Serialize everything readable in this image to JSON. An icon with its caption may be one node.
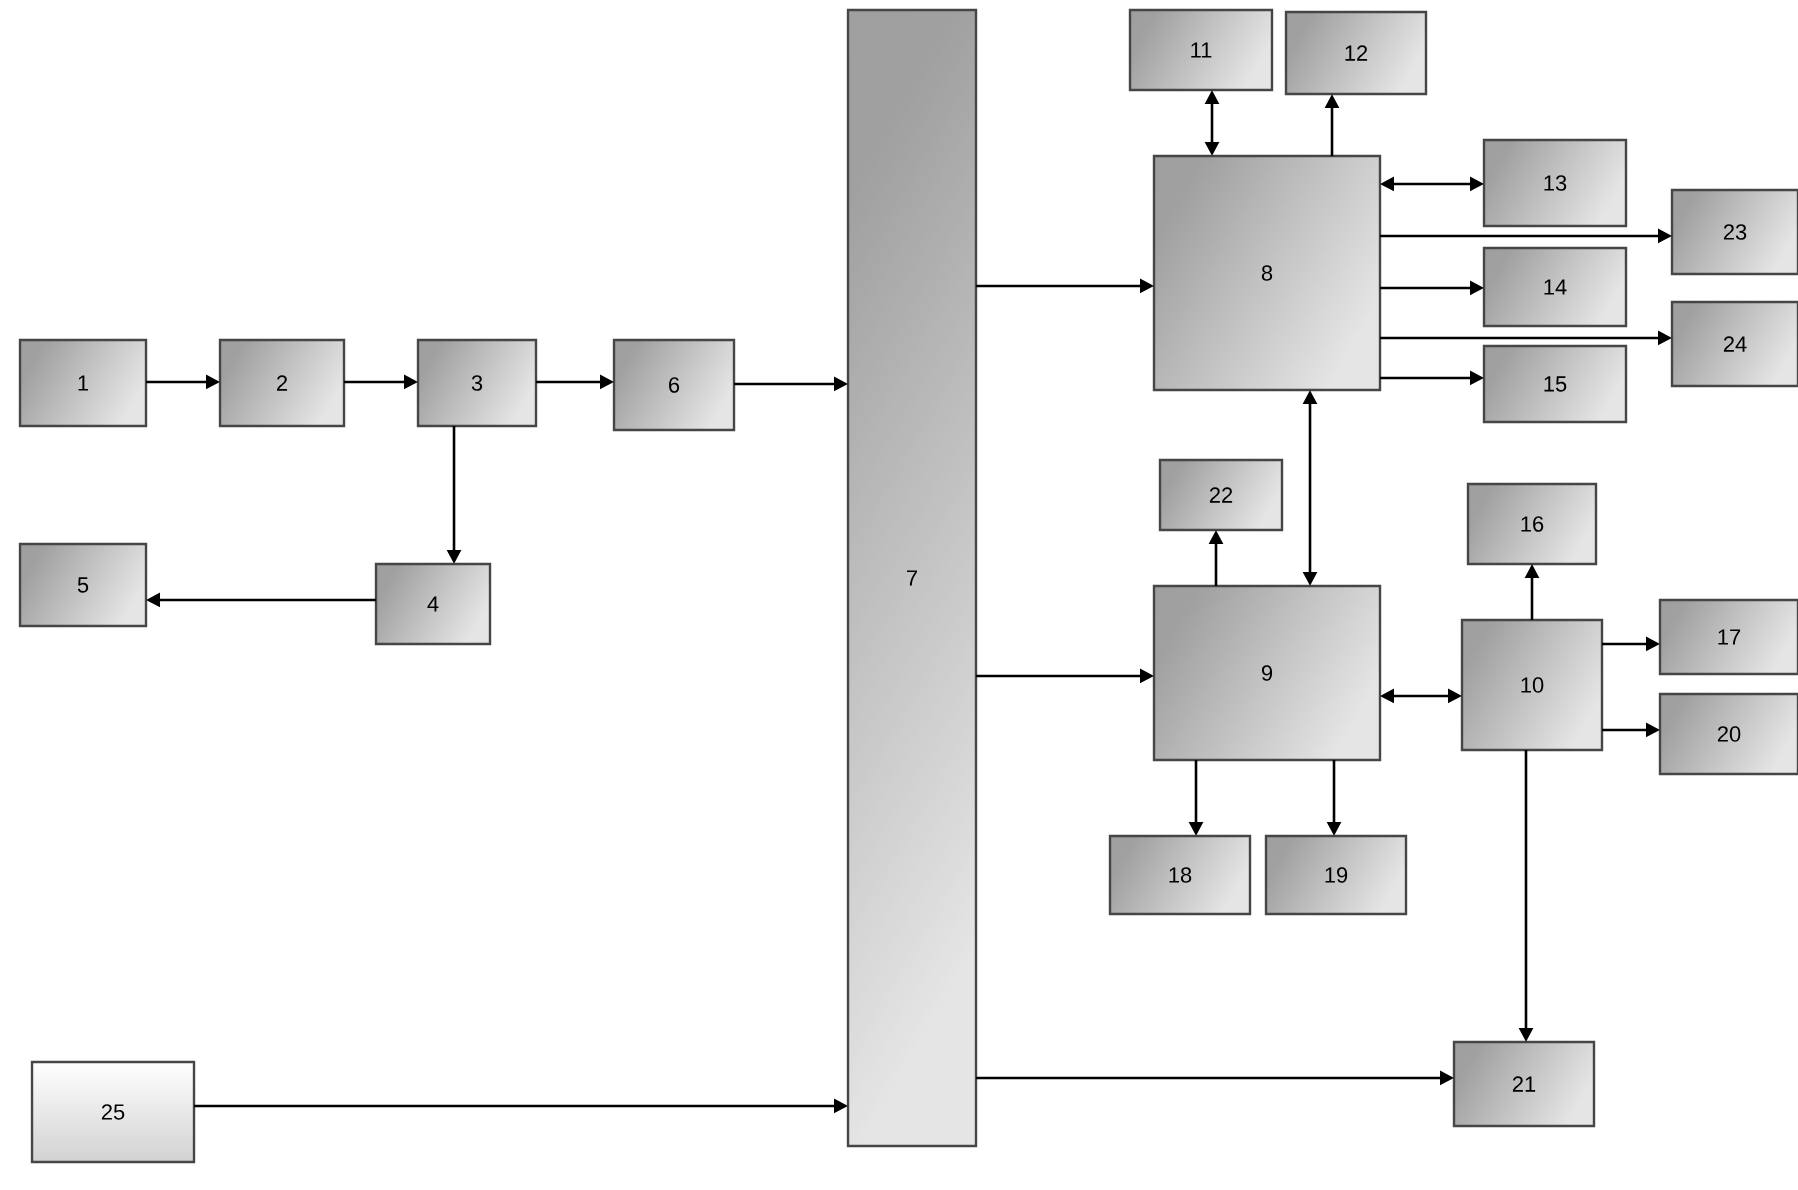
{
  "diagram": {
    "nodes": [
      {
        "text": [
          "1"
        ]
      },
      {
        "text": [
          "2"
        ]
      },
      {
        "text": [
          "3"
        ]
      },
      {
        "text": [
          "4"
        ]
      },
      {
        "text": [
          "5"
        ]
      },
      {
        "text": [
          "6"
        ]
      },
      {
        "text": [
          "7"
        ]
      },
      {
        "text": [
          "8"
        ]
      },
      {
        "text": [
          "9"
        ]
      },
      {
        "text": [
          "10"
        ]
      },
      {
        "text": [
          "11"
        ]
      },
      {
        "text": [
          "12"
        ]
      },
      {
        "text": [
          "13"
        ]
      },
      {
        "text": [
          "14"
        ]
      },
      {
        "text": [
          "15"
        ]
      },
      {
        "text": [
          "16"
        ]
      },
      {
        "text": [
          "17"
        ]
      },
      {
        "text": [
          "18"
        ]
      },
      {
        "text": [
          "19"
        ]
      },
      {
        "text": [
          "20"
        ]
      },
      {
        "text": [
          "21"
        ]
      },
      {
        "text": [
          "22"
        ]
      },
      {
        "text": [
          "23"
        ]
      },
      {
        "text": [
          "24"
        ]
      },
      {
        "text": [
          "25"
        ]
      }
    ],
    "edges": [
      {
        "from": 0,
        "to": 1,
        "arrow": "to"
      },
      {
        "from": 1,
        "to": 2,
        "arrow": "to"
      },
      {
        "from": 2,
        "to": 5,
        "arrow": "to"
      },
      {
        "from": 2,
        "to": 3,
        "arrow": "to"
      },
      {
        "from": 3,
        "to": 4,
        "arrow": "to"
      },
      {
        "from": 5,
        "to": 6,
        "arrow": "to"
      },
      {
        "from": 24,
        "to": 6,
        "arrow": "to"
      },
      {
        "from": 6,
        "to": 7,
        "arrow": "to"
      },
      {
        "from": 6,
        "to": 8,
        "arrow": "to"
      },
      {
        "from": 6,
        "to": 20,
        "arrow": "to"
      },
      {
        "from": 7,
        "to": 10,
        "arrow": "both"
      },
      {
        "from": 7,
        "to": 11,
        "arrow": "to"
      },
      {
        "from": 7,
        "to": 12,
        "arrow": "both"
      },
      {
        "from": 7,
        "to": 22,
        "arrow": "to"
      },
      {
        "from": 7,
        "to": 13,
        "arrow": "to"
      },
      {
        "from": 7,
        "to": 23,
        "arrow": "to"
      },
      {
        "from": 7,
        "to": 14,
        "arrow": "to"
      },
      {
        "from": 7,
        "to": 8,
        "arrow": "both"
      },
      {
        "from": 8,
        "to": 21,
        "arrow": "to"
      },
      {
        "from": 8,
        "to": 9,
        "arrow": "both"
      },
      {
        "from": 8,
        "to": 17,
        "arrow": "to"
      },
      {
        "from": 8,
        "to": 18,
        "arrow": "to"
      },
      {
        "from": 9,
        "to": 15,
        "arrow": "to"
      },
      {
        "from": 9,
        "to": 16,
        "arrow": "to"
      },
      {
        "from": 9,
        "to": 19,
        "arrow": "to"
      },
      {
        "from": 9,
        "to": 20,
        "arrow": "to"
      }
    ]
  }
}
